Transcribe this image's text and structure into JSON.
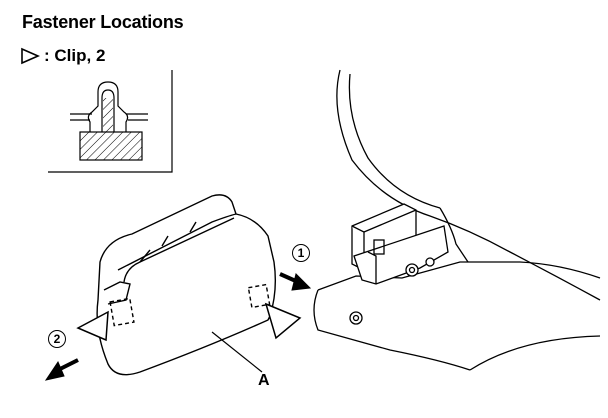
{
  "title": "Fastener Locations",
  "legend": {
    "symbol": "triangle-outline-icon",
    "label": ": Clip, 2"
  },
  "callouts": {
    "step1": "1",
    "step2": "2",
    "part": "A"
  },
  "colors": {
    "ink": "#000000",
    "paper": "#ffffff"
  }
}
